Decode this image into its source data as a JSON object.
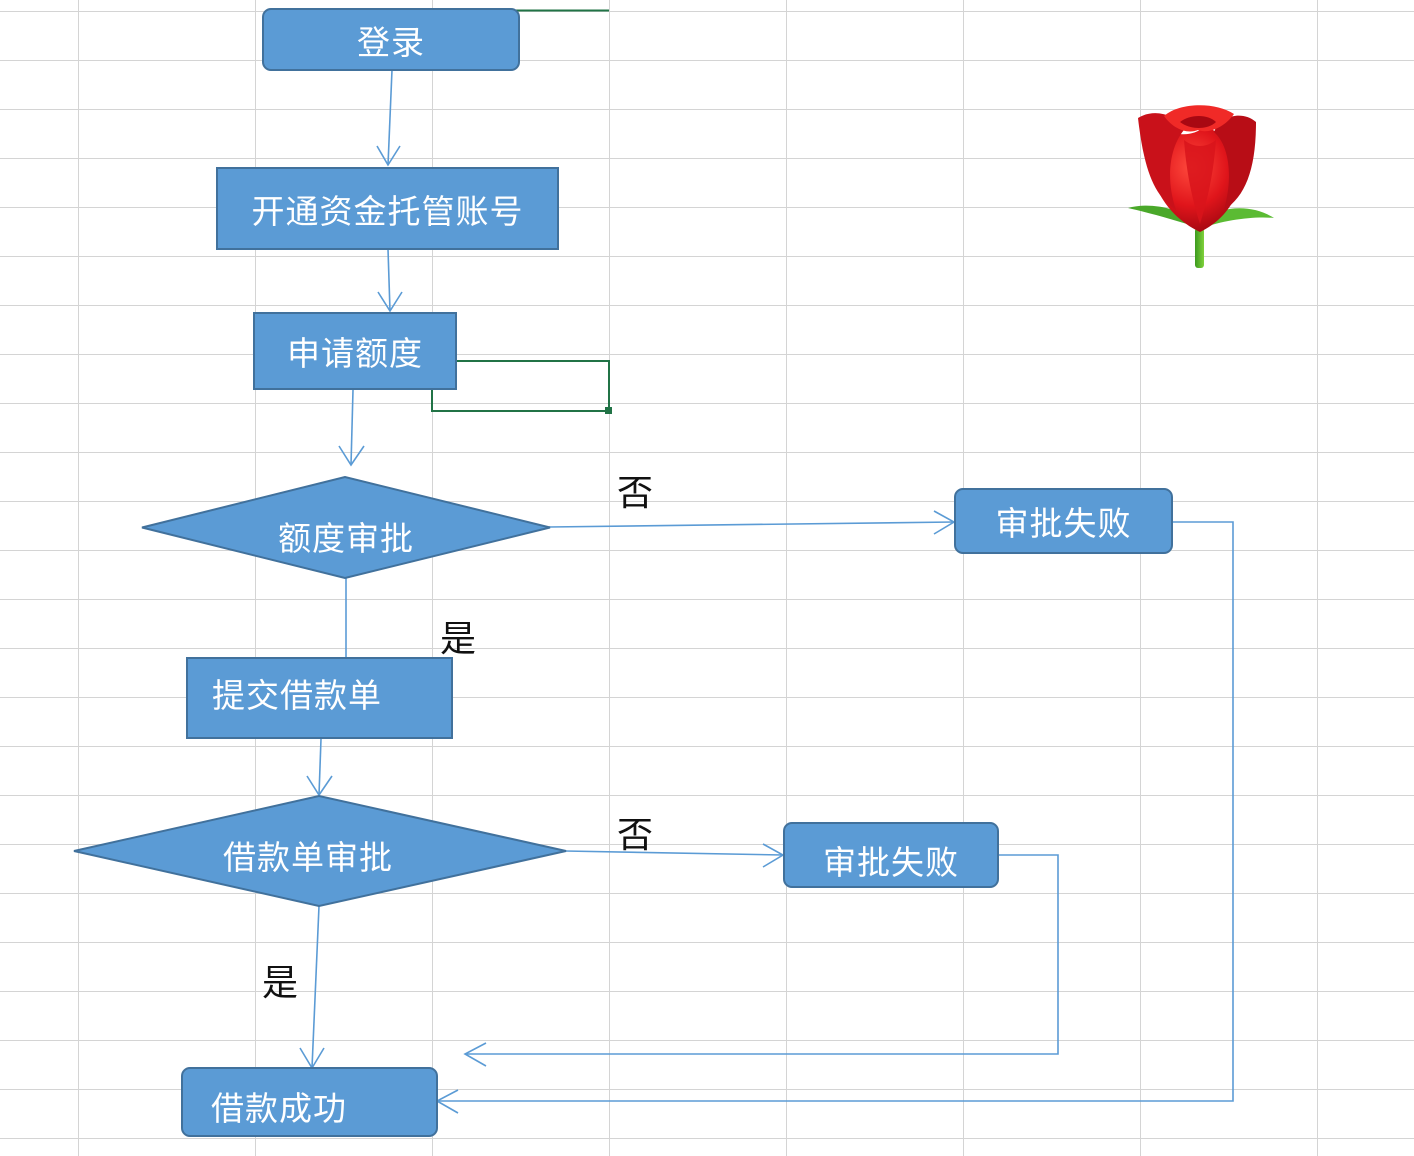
{
  "flowchart": {
    "nodes": {
      "login": "登录",
      "open_account": "开通资金托管账号",
      "apply_quota": "申请额度",
      "quota_review": "额度审批",
      "quota_fail": "审批失败",
      "submit_loan": "提交借款单",
      "loan_review": "借款单审批",
      "loan_fail": "审批失败",
      "loan_success": "借款成功"
    },
    "edge_labels": {
      "quota_no": "否",
      "quota_yes": "是",
      "loan_no": "否",
      "loan_yes": "是"
    }
  },
  "colors": {
    "node_fill": "#5b9bd5",
    "node_border": "#41719c",
    "connector": "#5b9bd5",
    "selection": "#217346",
    "gridline": "#d4d4d4"
  },
  "decoration": {
    "icon": "rose-icon"
  }
}
